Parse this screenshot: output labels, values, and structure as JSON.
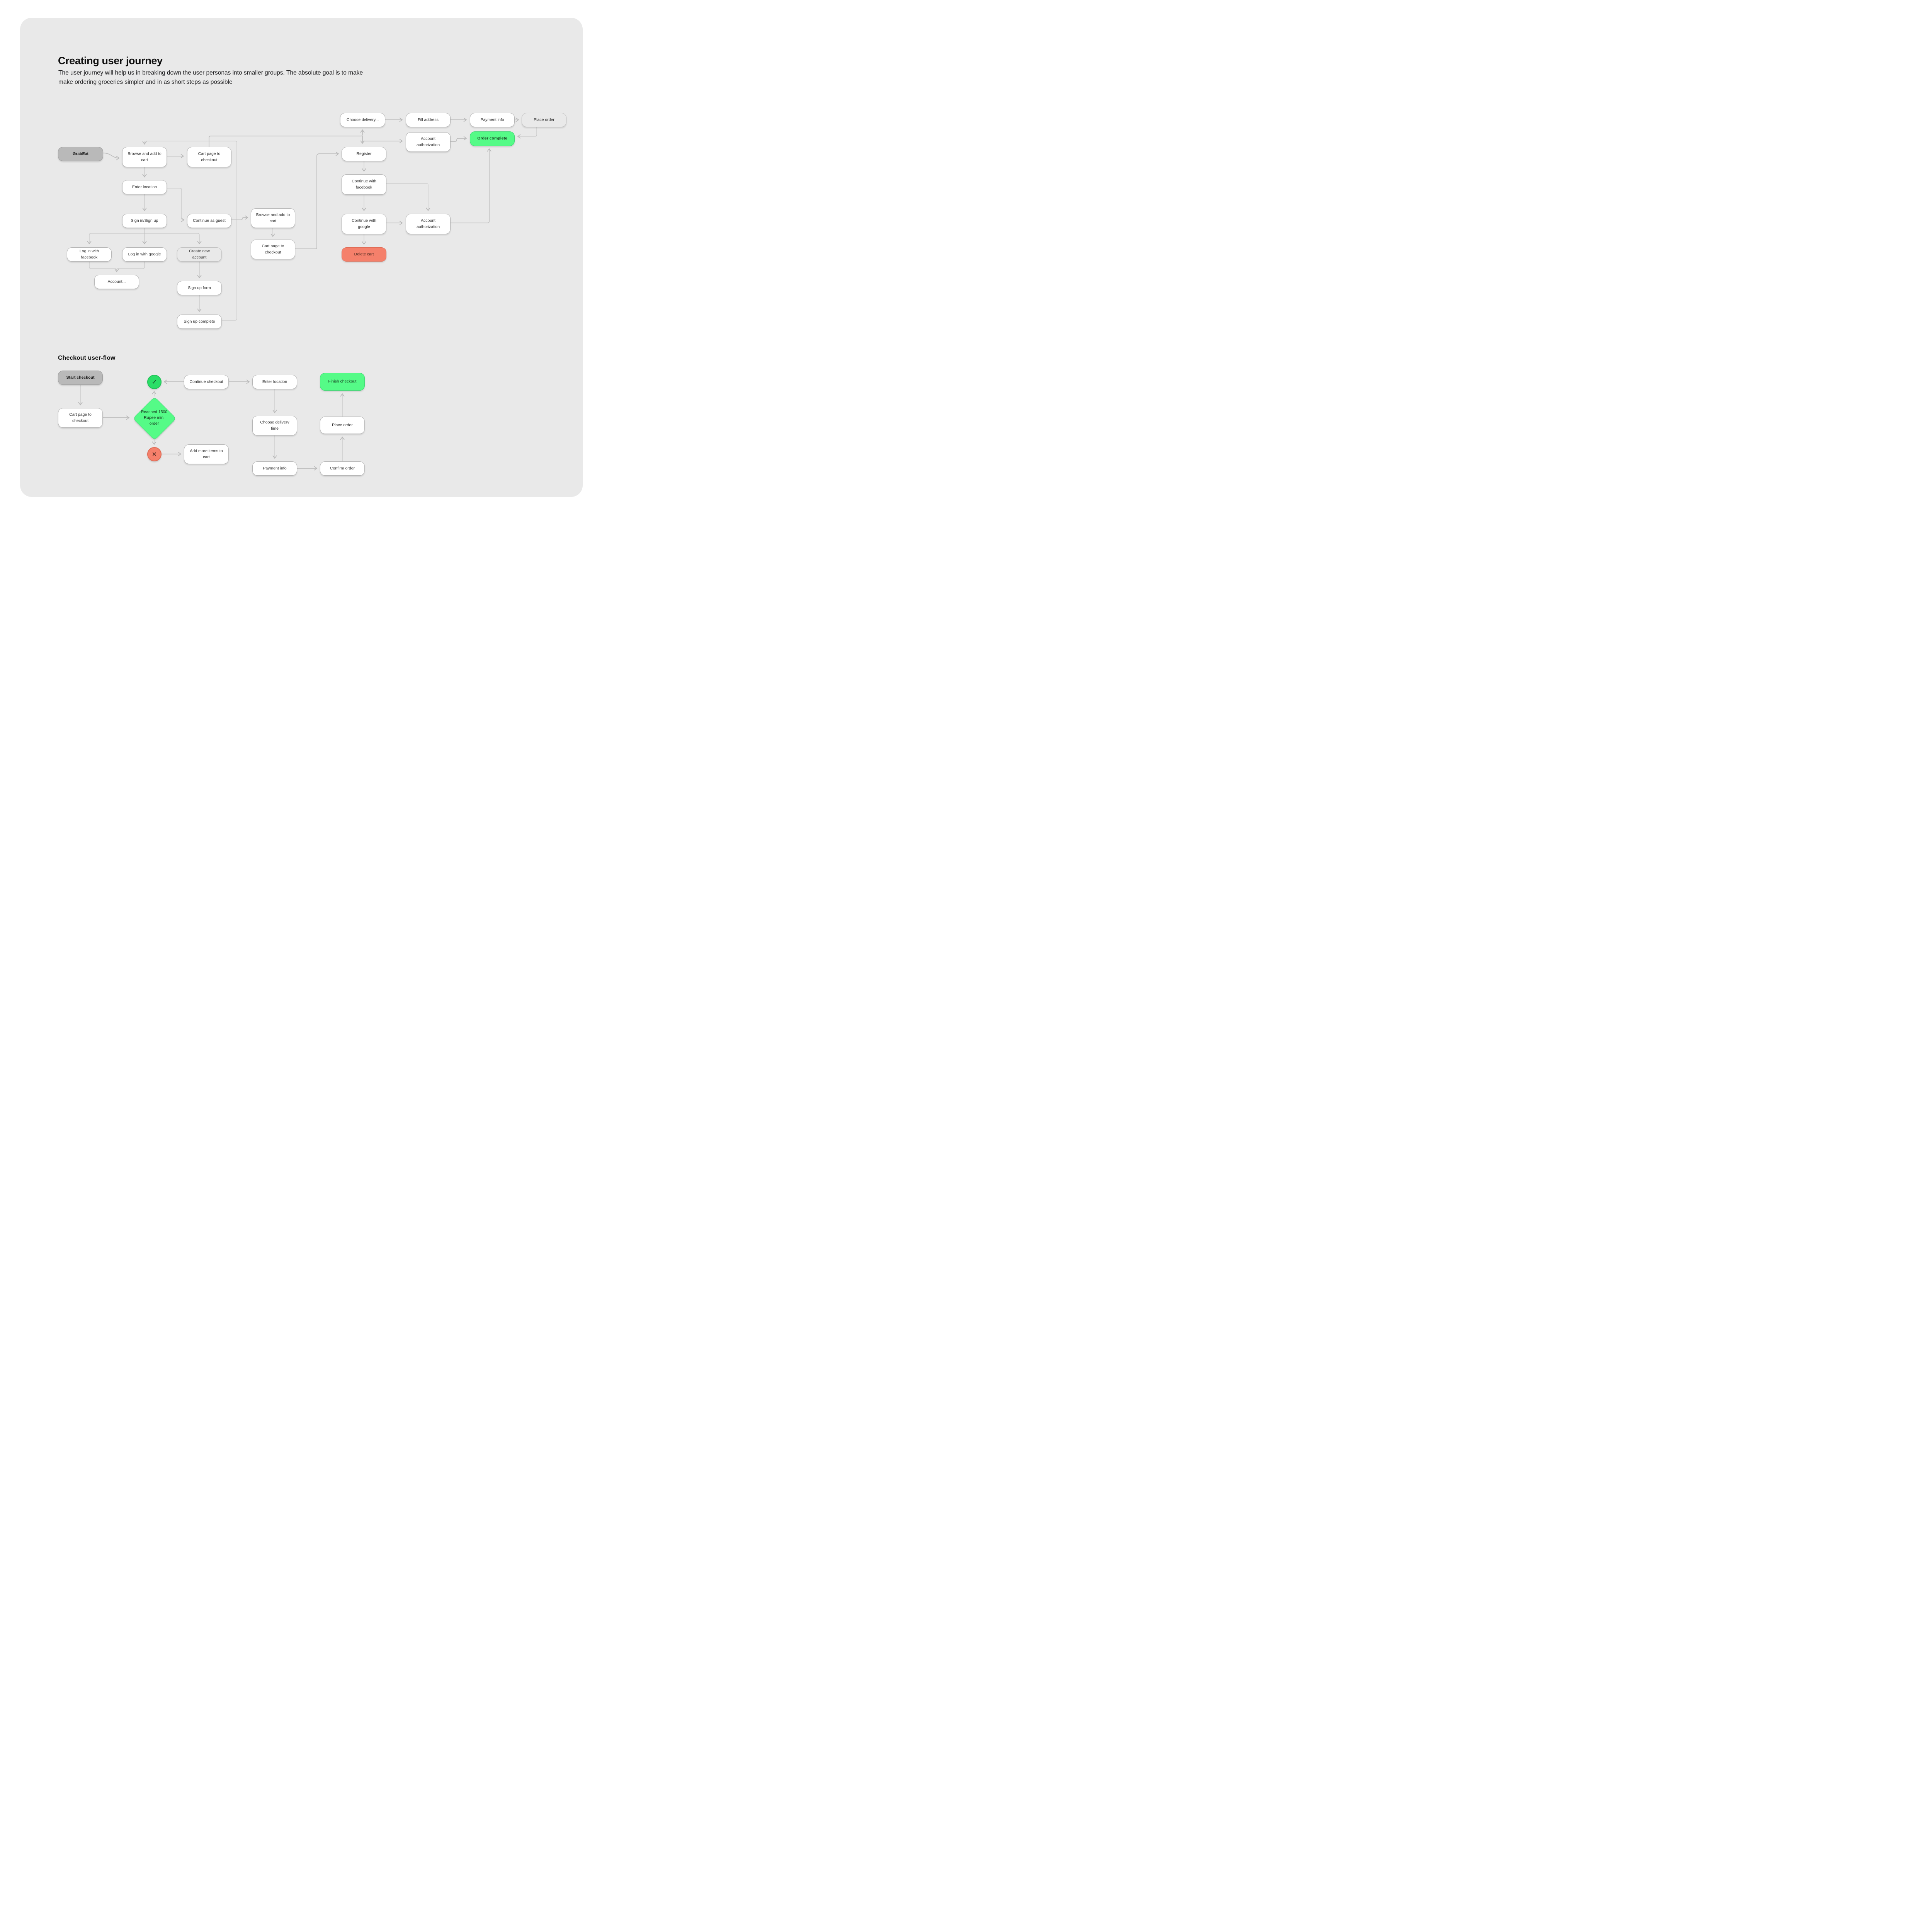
{
  "page": {
    "title": "Creating user journey",
    "subtitle_line1": "The user journey will help us in breaking down the user personas into smaller groups. The absolute goal is to make",
    "subtitle_line2": "make ordering groceries simpler and in as short steps as possible",
    "section2_title": "Checkout user-flow"
  },
  "colors": {
    "canvas": "#e9e9e9",
    "node_fill": "#ffffff",
    "node_border": "#b5b5b5",
    "gray_node": "#b9b9b9",
    "green_node": "#55fb87",
    "green_border": "#3fd873",
    "check_circle": "#2ade67",
    "salmon_node": "#f5806b",
    "salmon_border": "#e06b55",
    "connector": "#bcbcbc"
  },
  "icons": {
    "check": "✓",
    "cross": "✕"
  },
  "nodes": {
    "grabeat": "GrabEat",
    "browse1": "Browse and add to cart",
    "cart1": "Cart page to checkout",
    "choose_delivery": "Choose delivery...",
    "fill_address": "Fill address",
    "payment_info": "Payment info",
    "place_order": "Place order",
    "account_auth1": "Account authorization",
    "order_complete": "Order complete",
    "register": "Register",
    "continue_fb": "Continue with facebook",
    "continue_google": "Continue with google",
    "account_auth2": "Account authorization",
    "delete_cart": "Delete cart",
    "enter_location": "Enter location",
    "signin": "Sign in/Sign up",
    "continue_guest": "Continue as guest",
    "browse2": "Browse and add to cart",
    "cart2": "Cart page to checkout",
    "login_fb": "Log in with facebook",
    "login_google": "Log in with google",
    "create_account": "Create new account",
    "account_dots": "Account...",
    "signup_form": "Sign up form",
    "signup_complete": "Sign up complete"
  },
  "checkout": {
    "start": "Start checkout",
    "cart": "Cart page to checkout",
    "diamond": "Reached 1500 Rupee min. order",
    "continue_checkout": "Continue checkout",
    "enter_location": "Enter location",
    "finish": "Finish checkout",
    "choose_time": "Choose delivery time",
    "place_order": "Place order",
    "add_more": "Add more items to cart",
    "payment_info": "Payment info",
    "confirm_order": "Confirm order"
  }
}
